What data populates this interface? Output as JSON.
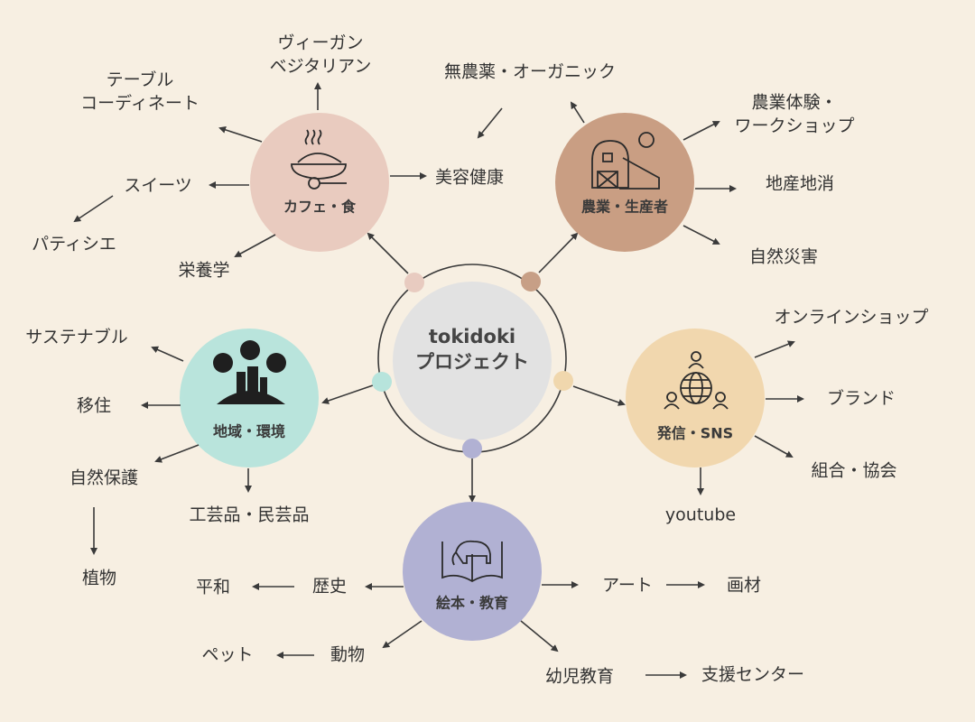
{
  "center": {
    "line1": "tokidoki",
    "line2": "プロジェクト"
  },
  "hubs": {
    "cafe": {
      "label": "カフェ・食",
      "color": "#e9cbbf"
    },
    "agri": {
      "label": "農業・生産者",
      "color": "#c99e83"
    },
    "region": {
      "label": "地域・環境",
      "color": "#b9e4dc"
    },
    "sns": {
      "label": "発信・SNS",
      "color": "#f1d7ae"
    },
    "book": {
      "label": "絵本・教育",
      "color": "#b1b1d3"
    }
  },
  "cafe_items": {
    "vegan1": "ヴィーガン",
    "vegan2": "ベジタリアン",
    "table1": "テーブル",
    "table2": "コーディネート",
    "sweets": "スイーツ",
    "patissier": "パティシエ",
    "nutrition": "栄養学",
    "beauty": "美容健康"
  },
  "agri_items": {
    "organic": "無農薬・オーガニック",
    "exp1": "農業体験・",
    "exp2": "ワークショップ",
    "local": "地産地消",
    "disaster": "自然災害"
  },
  "sns_items": {
    "shop": "オンラインショップ",
    "brand": "ブランド",
    "union": "組合・協会",
    "youtube": "youtube"
  },
  "region_items": {
    "sustainable": "サステナブル",
    "migration": "移住",
    "nature": "自然保護",
    "plants": "植物",
    "crafts": "工芸品・民芸品"
  },
  "book_items": {
    "history": "歴史",
    "peace": "平和",
    "animals": "動物",
    "pets": "ペット",
    "art": "アート",
    "materials": "画材",
    "early_ed": "幼児教育",
    "support": "支援センター"
  }
}
